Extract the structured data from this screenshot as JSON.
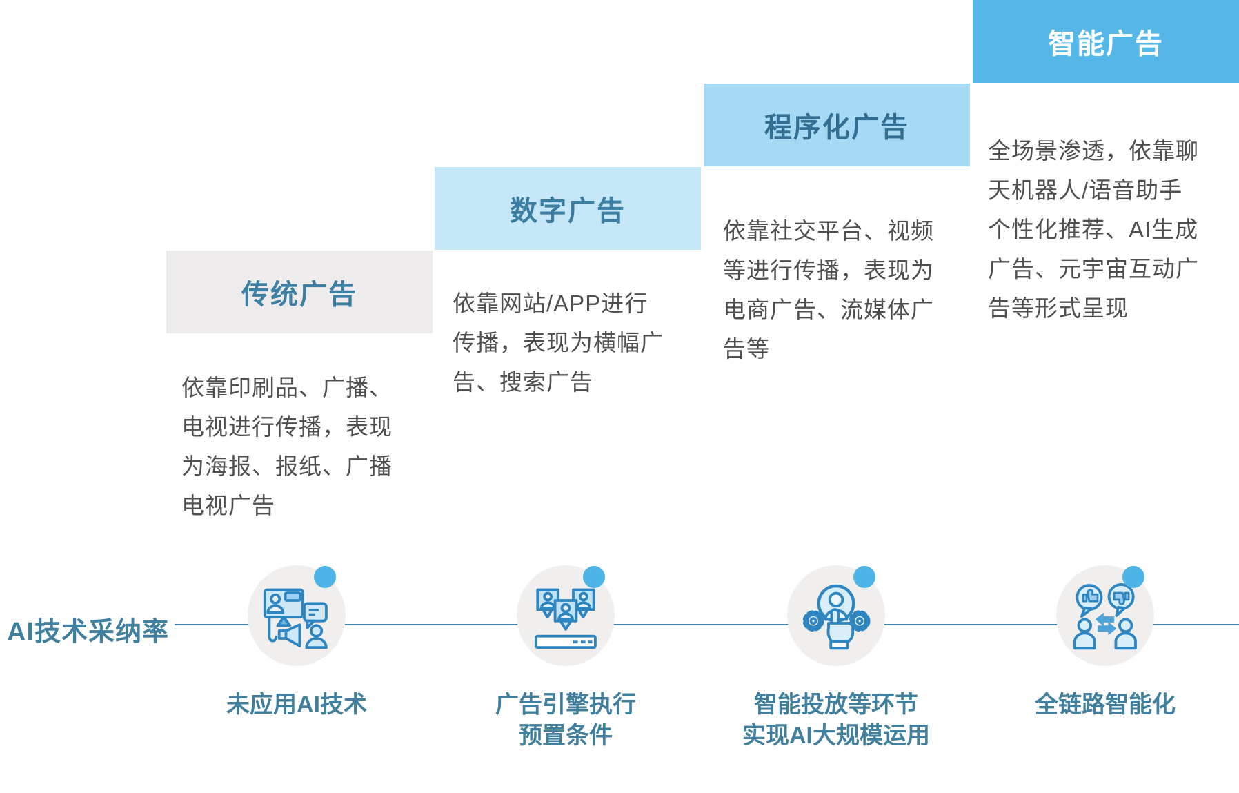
{
  "stages": [
    {
      "title": "传统广告",
      "description": "依靠印刷品、广播、\n电视进行传播，表现\n为海报、报纸、广播\n电视广告",
      "header_bg": "#edebeb",
      "header_text_color": "#3d80a3"
    },
    {
      "title": "数字广告",
      "description": "依靠网站/APP进行\n传播，表现为横幅广\n告、搜索广告",
      "header_bg": "#c6e7f8",
      "header_text_color": "#3b7da0"
    },
    {
      "title": "程序化广告",
      "description": "依靠社交平台、视频\n等进行传播，表现为\n电商广告、流媒体广\n告等",
      "header_bg": "#a6daf4",
      "header_text_color": "#326f92"
    },
    {
      "title": "智能广告",
      "description": "全场景渗透，依靠聊\n天机器人/语音助手\n个性化推荐、AI生成\n广告、元宇宙互动广\n告等形式呈现",
      "header_bg": "#54b7e8",
      "header_text_color": "#ffffff"
    }
  ],
  "timeline": {
    "axis_label": "AI技术采纳率",
    "milestones": [
      {
        "label": "未应用AI技术",
        "icon": "broadcast-media-icon"
      },
      {
        "label": "广告引擎执行\n预置条件",
        "icon": "audience-bubbles-icon"
      },
      {
        "label": "智能投放等环节\n实现AI大规模运用",
        "icon": "smart-targeting-icon"
      },
      {
        "label": "全链路智能化",
        "icon": "feedback-exchange-icon"
      }
    ]
  },
  "colors": {
    "body_text": "#4f4f4f",
    "label_teal": "#40809e",
    "axis_line": "#4d82a8",
    "dot_blue": "#4cb4e7",
    "icon_stroke": "#2e85c0",
    "icon_fill_light": "#cfe8f8",
    "icon_fill_solid": "#4ea3d8",
    "icon_circle_bg": "#f1efee"
  }
}
